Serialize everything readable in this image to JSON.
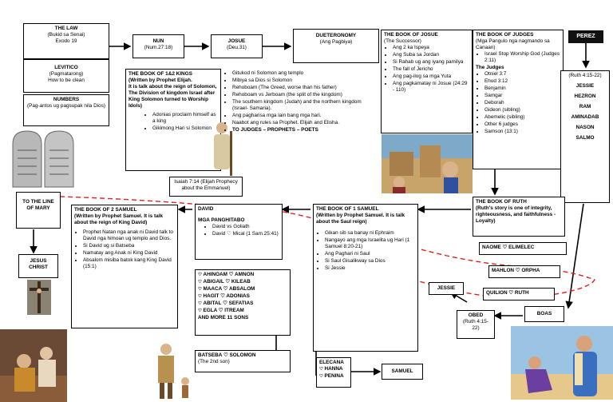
{
  "law": {
    "title": "THE LAW",
    "sub": "(Bukid sa Senai)",
    "ref": "Exodo 19"
  },
  "levitico": {
    "title": "LEVITICO",
    "sub": "(Pagmatarong)",
    "desc": "How to be clean"
  },
  "numbers": {
    "title": "NUMBERS",
    "sub": "(Pag-antos ug pagsupak nila Dios)"
  },
  "nun": {
    "title": "NUN",
    "ref": "(Num.27:18)"
  },
  "josue": {
    "title": "JOSUE",
    "ref": "(Deu.31)"
  },
  "deut": {
    "title": "DUETERONOMY",
    "sub": "(Ang Pagbiya)"
  },
  "bookJosue": {
    "title": "THE BOOK OF JOSUE",
    "sub": "(The Successor)",
    "items": [
      "Ang 2 ka Ispeya",
      "Ang Suba sa Jordan",
      "Si Rahab ug ang iyang pamilya",
      "The fall of Jericho",
      "Ang pag-ilog sa mga Yuta",
      "Ang pagkamatay ni Josue (24:29 - 110)"
    ]
  },
  "bookJudges": {
    "title": "THE BOOK OF JUDGES",
    "sub": "(Mga Pangulo nga nagmando sa Canaan)",
    "items1": [
      "Israel Stop Worship God (Judges 2:11)"
    ],
    "judgesLabel": "The Judges",
    "items2": [
      "Otniel 3:7",
      "Ehud 3:12",
      "Benjamin",
      "Samgar",
      "Deborah",
      "Gideon (sibling)",
      "Abemelic (sibling)",
      "Other 6 judges",
      "Samson (13:1)"
    ]
  },
  "perez": "PEREZ",
  "lineage": {
    "ref": "(Ruth 4:15-22)",
    "names": [
      "JESSIE",
      "HEZRON",
      "RAM",
      "AMINADAB",
      "NASON",
      "SALMO"
    ]
  },
  "kings": {
    "title": "THE BOOK OF 1&2 KINGS",
    "sub": "(Written by Prophet Elijah.",
    "desc": "It is talk about the reign of Solomon, The Division of kingdom Israel after King Solomon turned to Worship Idols)",
    "items": [
      "Adonias proclaim himself as a king",
      "Gikimong Hari si Solomon"
    ]
  },
  "kingsRight": {
    "items": [
      "Gitukod ni Solomon ang templo",
      "Mibiya sa Dios si Solomon",
      "Rehoboam (The Greed, worse than his father)",
      "Rehoboam vs Jerboam (the split of the kingdom)",
      "The southern kingdom (Judah) and the northern kingdom (Israel- Samaria).",
      "Ang pagharisa mga lain bang mga hari.",
      "Naabot ang rules sa Prophet. Elijah and Elisha."
    ],
    "footer": "TO JUDGES – PROPHETS – POETS"
  },
  "isaiah": "Isaiah 7:14 (Elijah Prophecy about the Emmanuel)",
  "lineOfMary": "TO THE LINE OF MARY",
  "jesus": "JESUS CHRIST",
  "samuel2": {
    "title": "THE BOOK OF 2 SAMUEL",
    "sub": "(Written by Prophet Samuel. It is talk about the reign of King David)",
    "items": [
      "Prophet Natan nga anak ni David talk to David nga himoan ug templo and Dios.",
      "Si David ug si Batseba",
      "Namatay ang Anak ni King David",
      "Absalom misiba batok kang King David (15:1)"
    ]
  },
  "david": {
    "title": "DAVID",
    "sub": "MGA PANGHITABO",
    "items": [
      "David vs Goliath",
      "David ♡ Mical (1 Sam.25:41)"
    ]
  },
  "wives": {
    "items": [
      "AHINOAM ♡ AMNON",
      "ABIGAIL ♡ KILEAB",
      "MAACA ♡ ABSALOM",
      "HAGIT ♡ ADONIAS",
      "ABITAL ♡ SEFATIAS",
      "EGLA ♡ ITREAM"
    ],
    "more": "AND MORE 11 SONS"
  },
  "batseba": {
    "line": "BATSEBA ♡ SOLOMON",
    "note": "(The 2nd son)"
  },
  "samuel1": {
    "title": "THE BOOK OF 1 SAMUEL",
    "sub": "(Written by Prophet Samuel. It is talk about the Saul reign)",
    "items": [
      "Gikan sib sa banay ni Ephraim",
      "Nangayo ang mga Israelita ug Hari (1 Samuel 8:20-21)",
      "Ang Paghari ni Saul",
      "Si Saul Gisalikway sa Dios",
      "Si Jessie"
    ]
  },
  "elecana": {
    "title": "ELECANA",
    "items": [
      "HANNA",
      "PENINA"
    ]
  },
  "samuel": "SAMUEL",
  "ruth": {
    "title": "THE BOOK OF RUTH",
    "desc": "(Ruth's story is one of integrity, righteousness, and faithfulness - Loyalty)"
  },
  "naome": "NAOME ♡ ELIMELEC",
  "mahlon": "MAHLON ♡ ORPHA",
  "quilion": "QUILION ♡ RUTH",
  "boas": "BOAS",
  "jessie": "JESSIE",
  "obed": {
    "title": "OBED",
    "ref": "(Ruth 4:15-22)"
  },
  "colors": {
    "dashed": "#e0201f",
    "arrow": "#000000"
  }
}
